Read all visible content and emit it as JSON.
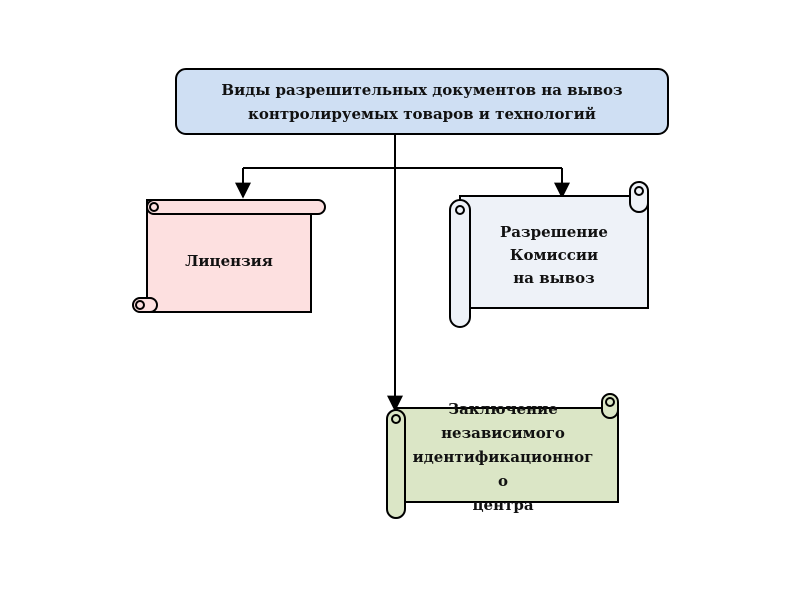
{
  "colors": {
    "title_fill": "#cfdff3",
    "license_fill": "#fde0e0",
    "permission_fill": "#eef2f8",
    "conclusion_fill": "#dbe6c6",
    "stroke": "#000000"
  },
  "title": {
    "line1": "Виды разрешительных документов на вывоз",
    "line2": "контролируемых товаров и технологий"
  },
  "license": {
    "label": "Лицензия"
  },
  "permission": {
    "line1": "Разрешение",
    "line2": "Комиссии",
    "line3": "на вывоз"
  },
  "conclusion": {
    "line1": "Заключение",
    "line2": "независимого",
    "line3": "идентификационног",
    "line4": "о",
    "line5": "центра"
  }
}
